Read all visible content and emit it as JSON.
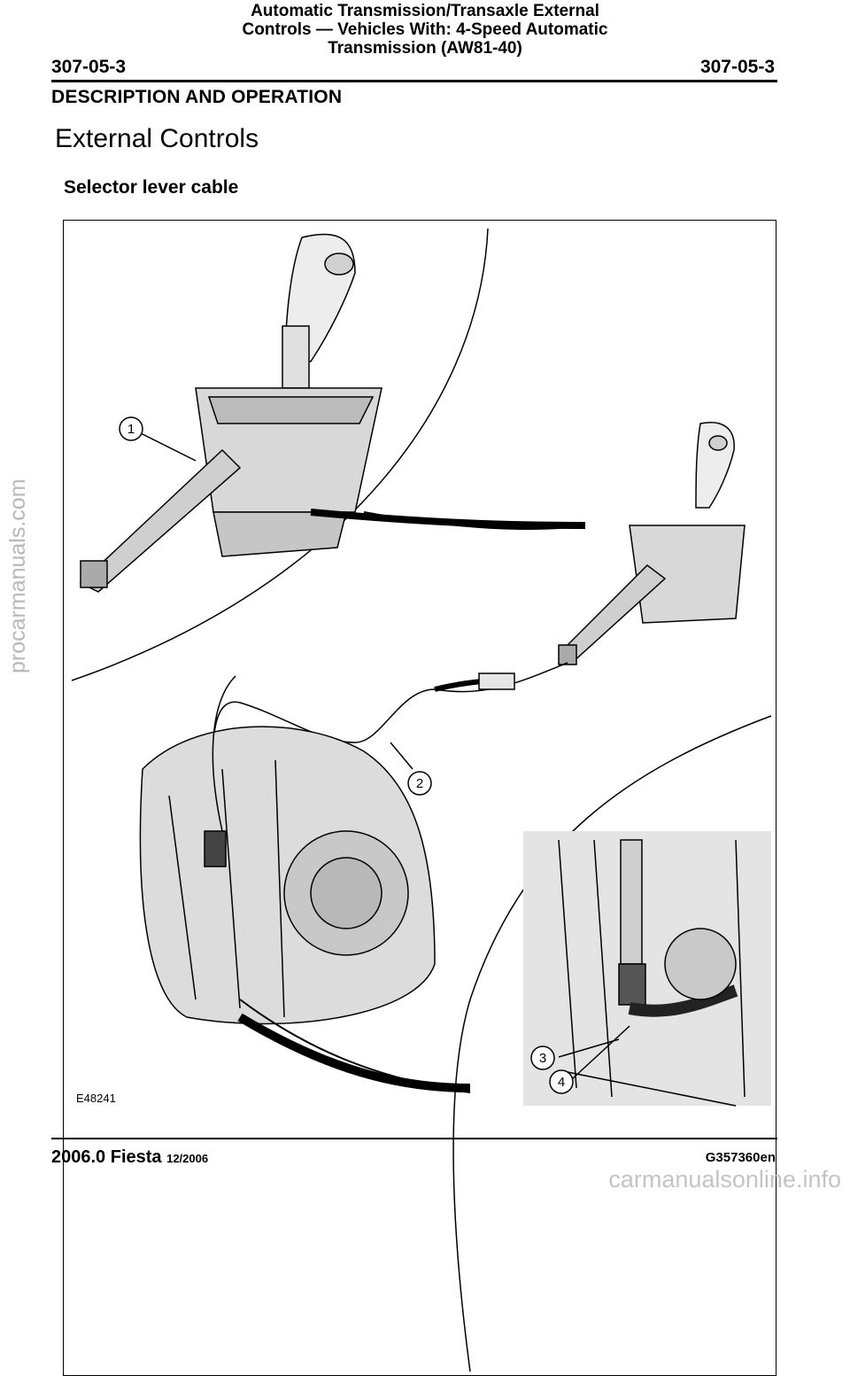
{
  "header": {
    "title_lines": [
      "Automatic Transmission/Transaxle External",
      "Controls — Vehicles With: 4-Speed Automatic",
      "Transmission (AW81-40)"
    ],
    "code_left": "307-05-3",
    "code_right": "307-05-3"
  },
  "section": "DESCRIPTION AND OPERATION",
  "heading": "External Controls",
  "subheading": "Selector lever cable",
  "figure": {
    "id": "E48241",
    "callouts": [
      "1",
      "2",
      "3",
      "4"
    ]
  },
  "footer": {
    "model": "2006.0 Fiesta",
    "date": "12/2006",
    "doc_code": "G357360en"
  },
  "watermarks": {
    "side": "procarmanuals.com",
    "bottom": "carmanualsonline.info"
  }
}
